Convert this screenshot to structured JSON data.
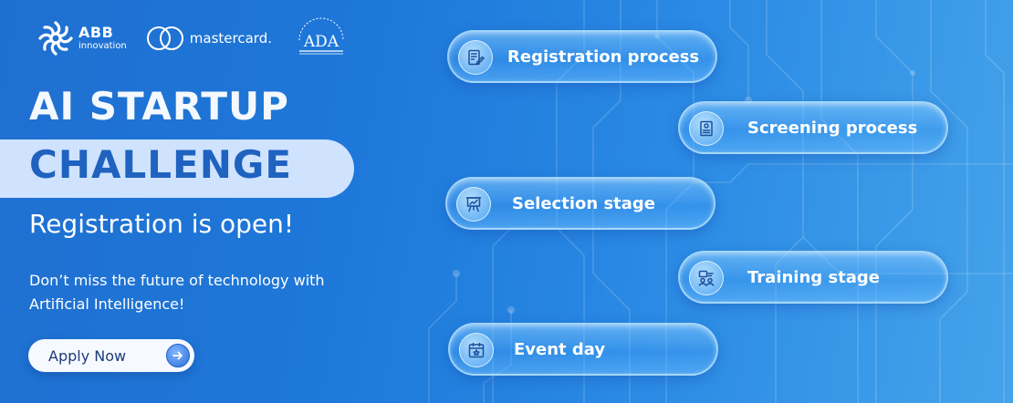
{
  "logos": {
    "abb_name": "ABB",
    "abb_sub": "innovation",
    "mastercard": "mastercard.",
    "ada": "ADA"
  },
  "hero": {
    "title_line1": "AI STARTUP",
    "title_line2": "CHALLENGE",
    "subtitle": "Registration is open!",
    "description": "Don’t miss the future of technology with Artificial Intelligence!",
    "apply_label": "Apply Now"
  },
  "stages": [
    {
      "label": "Registration process",
      "icon": "document-edit-icon"
    },
    {
      "label": "Screening process",
      "icon": "profile-document-icon"
    },
    {
      "label": "Selection stage",
      "icon": "presentation-board-icon"
    },
    {
      "label": "Training stage",
      "icon": "training-people-icon"
    },
    {
      "label": "Event day",
      "icon": "calendar-star-icon"
    }
  ],
  "colors": {
    "background_start": "#1f6fd0",
    "background_end": "#45a3ea",
    "highlight": "#cfe3ff",
    "highlight_text": "#1f62c0",
    "button_bg": "#f6f9ff"
  }
}
